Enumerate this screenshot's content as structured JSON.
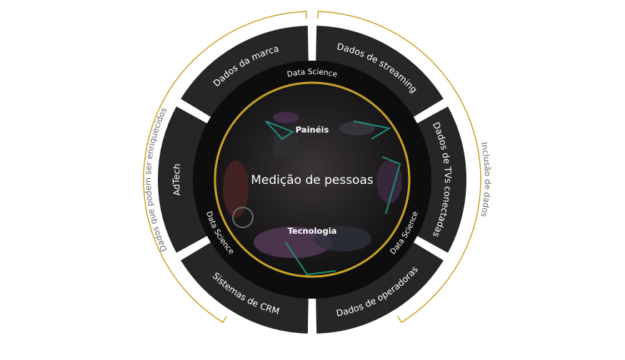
{
  "center": {
    "title": "Medição de pessoas",
    "top_label": "Painéis",
    "bottom_label": "Tecnologia"
  },
  "segments": [
    {
      "label": "Dados da marca"
    },
    {
      "label": "Dados de streaming"
    },
    {
      "label": "Dados de TVs conectadas"
    },
    {
      "label": "Dados de operadoras"
    },
    {
      "label": "Sistemas de CRM"
    },
    {
      "label": "AdTech"
    }
  ],
  "inner_ring_labels": [
    {
      "label": "Data Science"
    },
    {
      "label": "Data Science"
    },
    {
      "label": "Data Science"
    }
  ],
  "outer_labels": {
    "left": "Dados que podem ser enriquecidos",
    "right": "Inclusão de dados"
  },
  "colors": {
    "segment": "#262626",
    "inner_ring": "#0d0d0d",
    "gold": "#c9a227",
    "photo_dark": "#1a1a1c",
    "accent_teal": "#2bb59a",
    "accent_purple": "#7b3a86"
  }
}
